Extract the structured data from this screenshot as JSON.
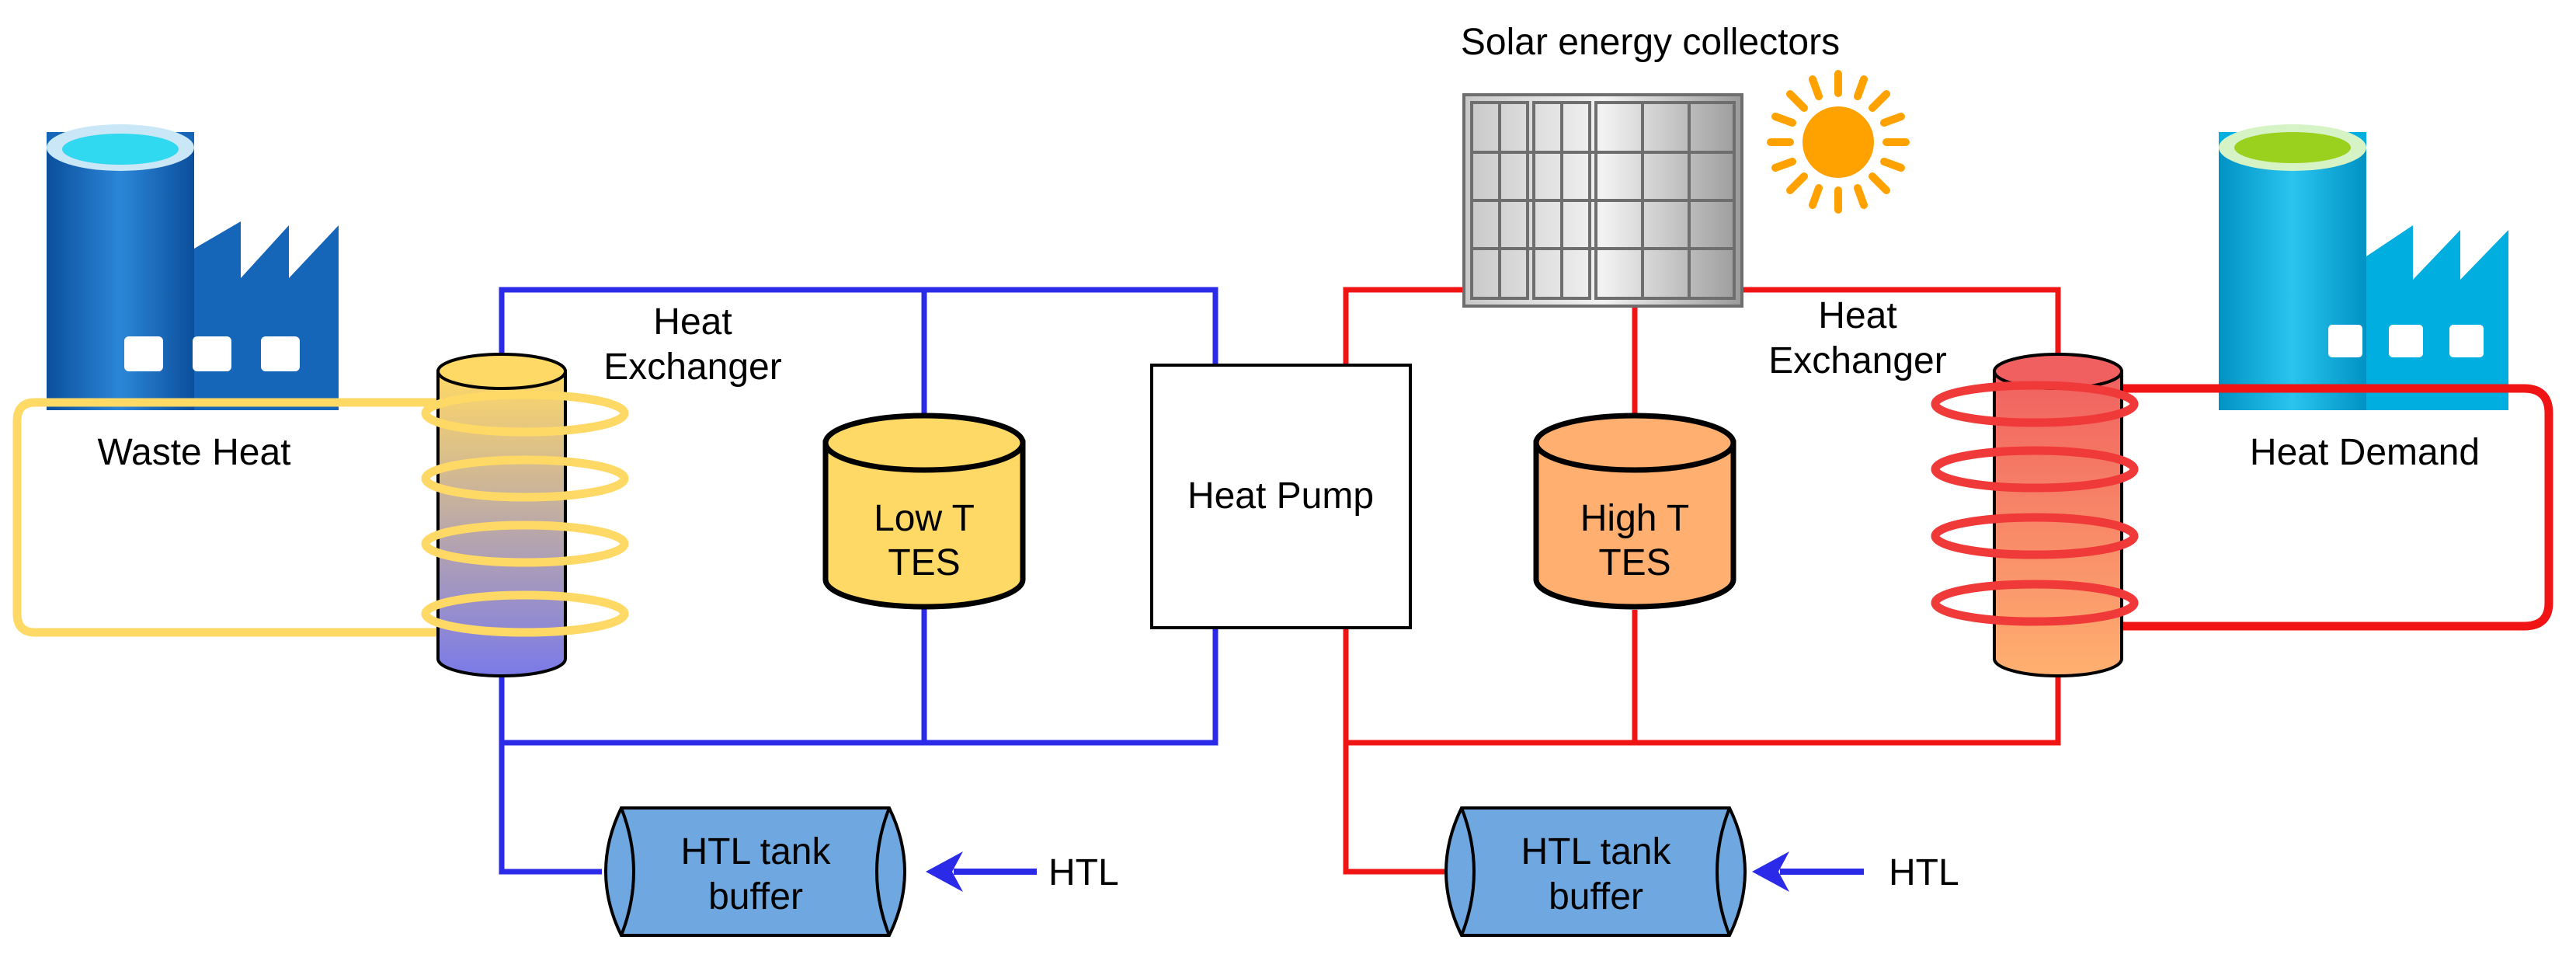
{
  "labels": {
    "solar": "Solar energy collectors",
    "waste_heat": "Waste Heat",
    "heat_demand": "Heat Demand",
    "hx_left_line1": "Heat",
    "hx_left_line2": "Exchanger",
    "hx_right_line1": "Heat",
    "hx_right_line2": "Exchanger",
    "heat_pump": "Heat Pump",
    "low_tes_line1": "Low T",
    "low_tes_line2": "TES",
    "high_tes_line1": "High T",
    "high_tes_line2": "TES",
    "buffer_left_line1": "HTL tank",
    "buffer_left_line2": "buffer",
    "buffer_right_line1": "HTL tank",
    "buffer_right_line2": "buffer",
    "htl_left": "HTL",
    "htl_right": "HTL"
  },
  "colors": {
    "cold_loop": "#2a2ae8",
    "hot_loop": "#f01414",
    "waste_coil": "#ffd966",
    "demand_coil": "#f03a3a",
    "low_tes": "#ffd966",
    "high_tes": "#ffb070",
    "buffer": "#6fa8e0",
    "sun": "#ffa200",
    "factory_left": "#1565b8",
    "factory_right": "#00aee0"
  },
  "icons": {
    "waste_heat_factory": "factory-icon",
    "heat_demand_factory": "factory-icon",
    "solar": "solar-panel-icon",
    "sun": "sun-icon"
  }
}
